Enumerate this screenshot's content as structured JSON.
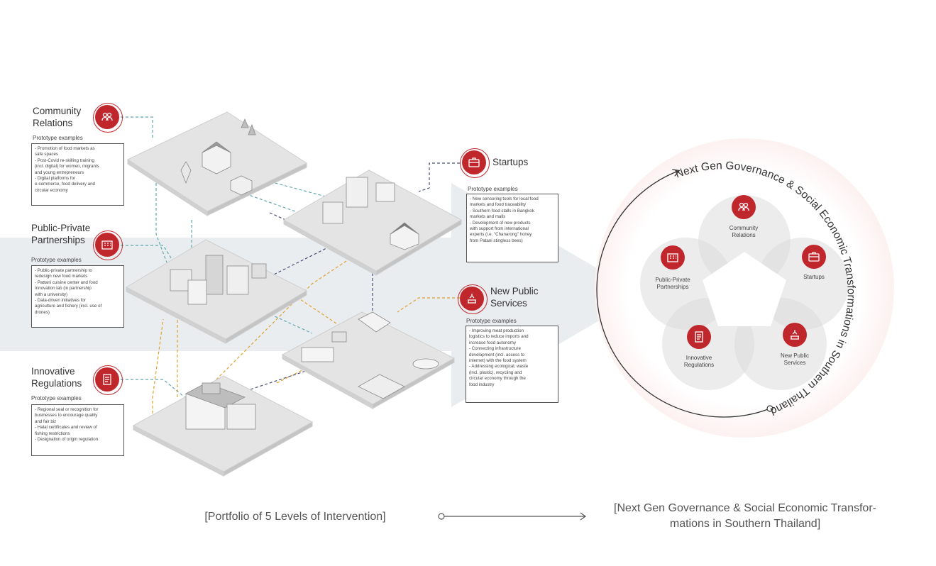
{
  "levels": [
    {
      "key": "community",
      "title": [
        "Community",
        "Relations"
      ],
      "sub": "Prototype examples",
      "items": [
        "- Promotion of food markets as",
        "safe spaces",
        "- Post-Covid re-skilling training",
        "(incl. digital) for women, migrants",
        "and young entrepreneurs",
        "- Digital platforms for",
        "e-commerce, food delivery and",
        "circular economy"
      ]
    },
    {
      "key": "ppp",
      "title": [
        "Public-Private",
        "Partnerships"
      ],
      "sub": "Prototype examples",
      "items": [
        "- Public-private partnership to",
        "redesign new food markets",
        "- Pattani cuisine center and food",
        "Innovation lab (in partnership",
        "with a university)",
        "- Data-driven initiatives for",
        "agriculture and fishery (incl. use of",
        "drones)"
      ]
    },
    {
      "key": "innov",
      "title": [
        "Innovative",
        "Regulations"
      ],
      "sub": "Prototype examples",
      "items": [
        "- Regional seal or recognition for",
        "businesses to encourage quality",
        "and fair biz",
        "- Halal certificates and review of",
        "fishing restrictions",
        "- Designation of origin regulation"
      ]
    },
    {
      "key": "startups",
      "title": [
        "Startups"
      ],
      "sub": "Prototype examples",
      "items": [
        "- New sensoring tools for local food",
        "markets and food traceability",
        "- Southern food stalls in Bangkok",
        "markets and malls",
        "- Development of new products",
        "with support from international",
        "experts (i.e. “Chanarong” honey",
        "from Patani stingless bees)"
      ]
    },
    {
      "key": "nps",
      "title": [
        "New Public",
        "Services"
      ],
      "sub": "Prototype examples",
      "items": [
        "- Improving meat production",
        "logistics to reduce imports and",
        "increase food autonomy",
        "- Connecting infrastructure",
        "development (incl. access to",
        "internet) with the food system",
        "- Addressing ecological, waste",
        "(incl. plastic), recycling and",
        "circular economy through the",
        "food industry"
      ]
    }
  ],
  "cycle": {
    "arc_text": "Next Gen Governance & Social Economic Transformations in Southern Thailand",
    "nodes": [
      {
        "key": "community",
        "label": [
          "Community",
          "Relations"
        ]
      },
      {
        "key": "startups",
        "label": [
          "Startups"
        ]
      },
      {
        "key": "nps",
        "label": [
          "New Public",
          "Services"
        ]
      },
      {
        "key": "innov",
        "label": [
          "Innovative",
          "Regulations"
        ]
      },
      {
        "key": "ppp",
        "label": [
          "Public-Private",
          "Partnerships"
        ]
      }
    ]
  },
  "captions": {
    "left": "[Portfolio of 5 Levels of Intervention]",
    "right_1": "[Next Gen Governance & Social Economic Transfor-",
    "right_2": "mations in Southern Thailand]"
  },
  "colors": {
    "accent": "#c0272d",
    "band": "#e9edef",
    "dash_blue": "#5fa8b0",
    "dash_orange": "#e0a030",
    "dash_navy": "#4a4f7a"
  },
  "icons": {
    "community": "people-icon",
    "ppp": "building-icon",
    "innov": "document-icon",
    "startups": "briefcase-icon",
    "nps": "government-icon"
  }
}
